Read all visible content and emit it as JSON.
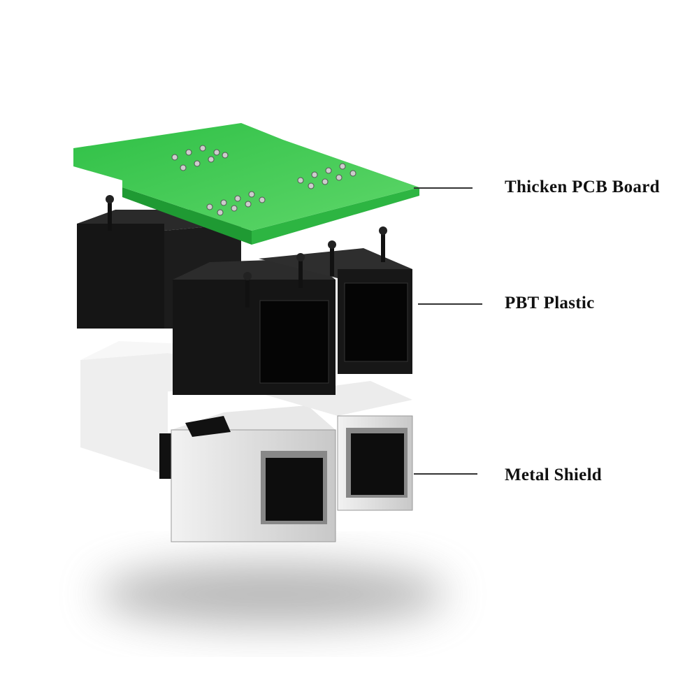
{
  "labels": {
    "pcb": "Thicken PCB Board",
    "plastic": "PBT Plastic",
    "shield": "Metal Shield"
  },
  "colors": {
    "pcb_green": "#3cc84a",
    "plastic_black": "#1a1a1a",
    "metal_silver": "#d9d9d9"
  }
}
